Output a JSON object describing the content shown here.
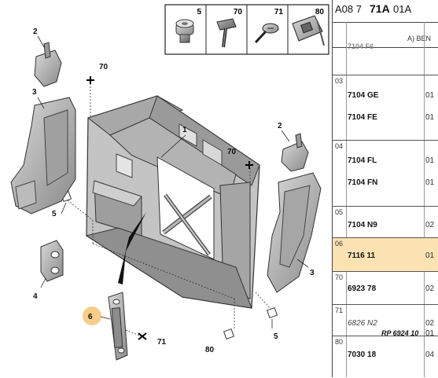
{
  "diagram": {
    "callouts": [
      "1",
      "2",
      "2",
      "3",
      "3",
      "4",
      "5",
      "5",
      "6",
      "70",
      "70",
      "71",
      "80"
    ],
    "legend": [
      {
        "number": "5",
        "icon": "bushing-icon"
      },
      {
        "number": "70",
        "icon": "bolt-icon"
      },
      {
        "number": "71",
        "icon": "screw-icon"
      },
      {
        "number": "80",
        "icon": "clip-icon"
      }
    ]
  },
  "panel": {
    "reference": {
      "prefix": "A08 7",
      "bold": "71A",
      "suffix": "01A"
    },
    "column_header": "A) BEN",
    "rows": [
      {
        "index": "",
        "lines": [
          {
            "ref": "7104 F6",
            "qty": "",
            "style": "normal"
          }
        ],
        "partial": true
      },
      {
        "index": "03",
        "lines": [
          {
            "ref": "7104 GE",
            "qty": "01"
          },
          {
            "ref": "7104 FE",
            "qty": "01"
          }
        ]
      },
      {
        "index": "04",
        "lines": [
          {
            "ref": "7104 FL",
            "qty": "01"
          },
          {
            "ref": "7104 FN",
            "qty": "01"
          }
        ]
      },
      {
        "index": "05",
        "lines": [
          {
            "ref": "7104 N9",
            "qty": "02"
          }
        ]
      },
      {
        "index": "06",
        "lines": [
          {
            "ref": "7116 11",
            "qty": "01"
          }
        ],
        "selected": true
      },
      {
        "index": "70",
        "lines": [
          {
            "ref": "6923 78",
            "qty": "02"
          }
        ]
      },
      {
        "index": "71",
        "lines": [
          {
            "ref": "6826 N2",
            "qty": "02",
            "style": "italic"
          },
          {
            "ref": "RP 6924 10",
            "qty": "01",
            "style": "extra"
          }
        ]
      },
      {
        "index": "80",
        "lines": [
          {
            "ref": "7030 18",
            "qty": "04"
          }
        ]
      }
    ]
  }
}
